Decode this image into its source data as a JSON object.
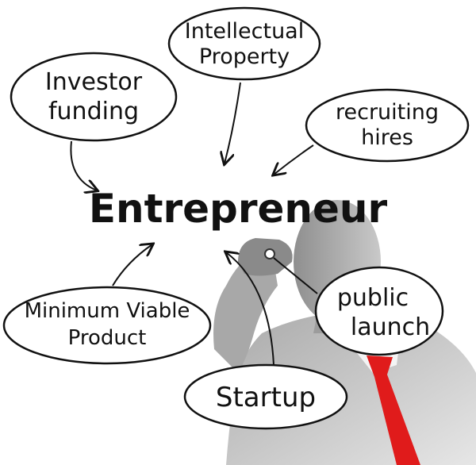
{
  "diagram": {
    "center": "Entrepreneur",
    "nodes": {
      "intellectual_property": [
        "Intellectual",
        "Property"
      ],
      "investor_funding": [
        "Investor",
        "funding"
      ],
      "recruiting_hires": [
        "recruiting",
        "hires"
      ],
      "minimum_viable_product": [
        "Minimum Viable",
        "Product"
      ],
      "public_launch": [
        "public",
        "launch"
      ],
      "startup": [
        "Startup"
      ]
    }
  },
  "colors": {
    "ink": "#111111",
    "silhouette": "#b9b9b9",
    "tie": "#e01b1b"
  }
}
